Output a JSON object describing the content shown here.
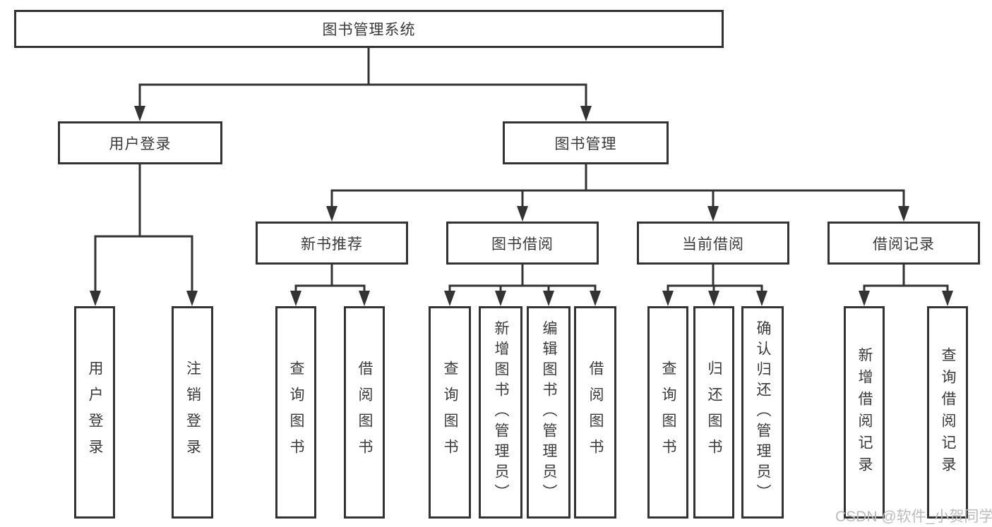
{
  "page": {
    "watermark": "CSDN @软件_小贺同学",
    "colors": {
      "line": "#333333",
      "text": "#3a3a3a",
      "background": "#ffffff",
      "watermark": "#bcbcbc"
    }
  },
  "tree": {
    "root": "图书管理系统",
    "branches": [
      {
        "label": "用户登录",
        "leaves": [
          "用户登录",
          "注销登录"
        ]
      },
      {
        "label": "图书管理",
        "sections": [
          {
            "label": "新书推荐",
            "leaves": [
              "查询图书",
              "借阅图书"
            ]
          },
          {
            "label": "图书借阅",
            "leaves": [
              "查询图书",
              "新增图书（管理员）",
              "编辑图书（管理员）",
              "借阅图书"
            ]
          },
          {
            "label": "当前借阅",
            "leaves": [
              "查询图书",
              "归还图书",
              "确认归还（管理员）"
            ]
          },
          {
            "label": "借阅记录",
            "leaves": [
              "新增借阅记录",
              "查询借阅记录"
            ]
          }
        ]
      }
    ]
  }
}
